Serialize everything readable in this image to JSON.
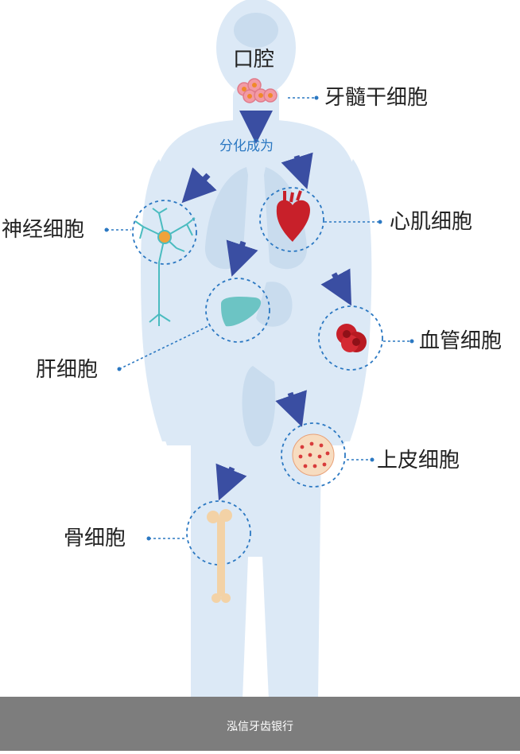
{
  "title_origin": "口腔",
  "source_cell": "牙髓干细胞",
  "differentiate_label": "分化成为",
  "cells": {
    "nerve": "神经细胞",
    "cardiac": "心肌细胞",
    "liver": "肝细胞",
    "vascular": "血管细胞",
    "epithelial": "上皮细胞",
    "bone": "骨细胞"
  },
  "footer": "泓信牙齿银行",
  "colors": {
    "body": "#dbe8f5",
    "organ": "#c9dcee",
    "arrow": "#3a4ea2",
    "dash": "#2b78c2",
    "heart": "#c8202a",
    "liver": "#6cc4c4",
    "bone": "#f3d2a6"
  }
}
